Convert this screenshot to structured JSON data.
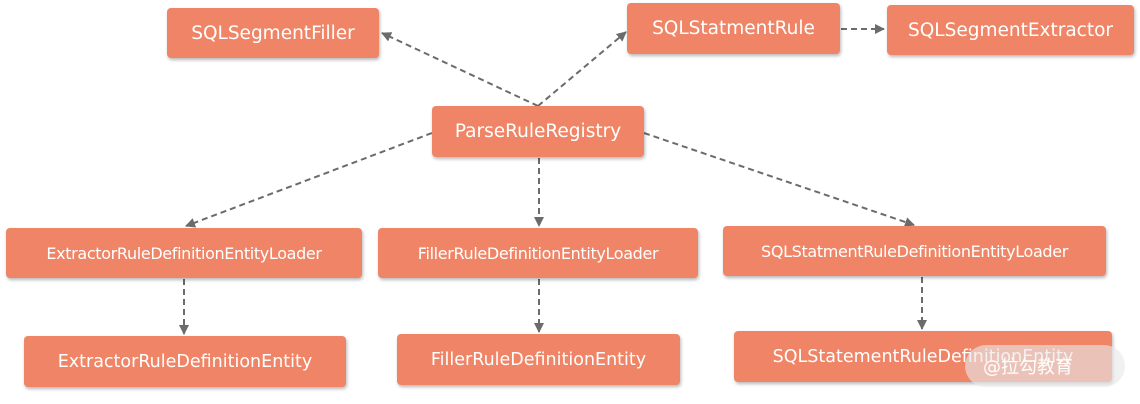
{
  "nodes": {
    "sql_segment_filler": "SQLSegmentFiller",
    "sql_statment_rule": "SQLStatmentRule",
    "sql_segment_extractor": "SQLSegmentExtractor",
    "parse_rule_registry": "ParseRuleRegistry",
    "extractor_loader": "ExtractorRuleDefinitionEntityLoader",
    "filler_loader": "FillerRuleDefinitionEntityLoader",
    "sql_statment_loader": "SQLStatmentRuleDefinitionEntityLoader",
    "extractor_entity": "ExtractorRuleDefinitionEntity",
    "filler_entity": "FillerRuleDefinitionEntity",
    "sql_statement_entity": "SQLStatementRuleDefinitionEntity"
  },
  "edges": [
    {
      "from": "parse_rule_registry",
      "to": "sql_segment_filler"
    },
    {
      "from": "parse_rule_registry",
      "to": "sql_statment_rule"
    },
    {
      "from": "sql_statment_rule",
      "to": "sql_segment_extractor"
    },
    {
      "from": "parse_rule_registry",
      "to": "extractor_loader"
    },
    {
      "from": "parse_rule_registry",
      "to": "filler_loader"
    },
    {
      "from": "parse_rule_registry",
      "to": "sql_statment_loader"
    },
    {
      "from": "extractor_loader",
      "to": "extractor_entity"
    },
    {
      "from": "filler_loader",
      "to": "filler_entity"
    },
    {
      "from": "sql_statment_loader",
      "to": "sql_statement_entity"
    }
  ],
  "watermark": "@拉勾教育",
  "colors": {
    "node_fill": "#ef8566",
    "node_text": "#ffffff",
    "edge": "#6b6b6b"
  }
}
